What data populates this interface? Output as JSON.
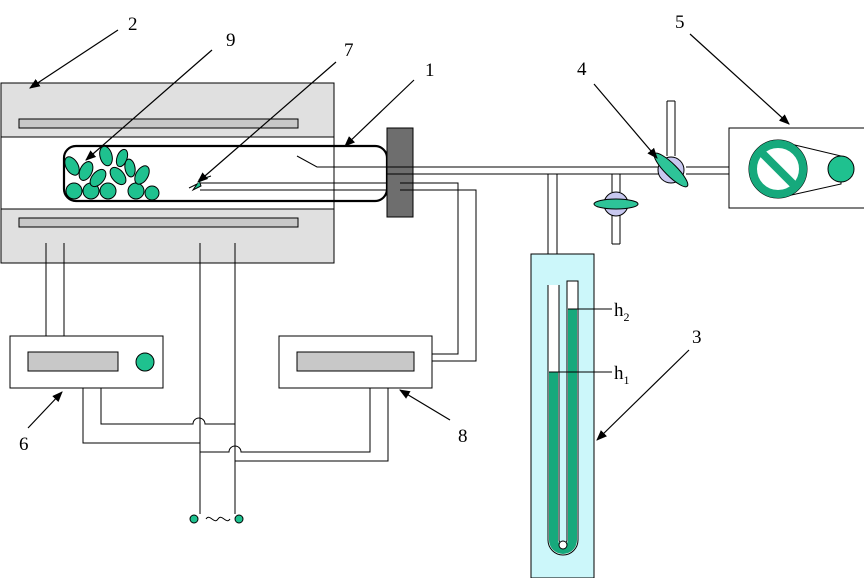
{
  "labels": {
    "n1": "1",
    "n2": "2",
    "n3": "3",
    "n4": "4",
    "n5": "5",
    "n6": "6",
    "n7": "7",
    "n8": "8",
    "n9": "9"
  },
  "levels": {
    "h1_base": "h",
    "h1_sub": "1",
    "h2_base": "h",
    "h2_sub": "2"
  },
  "colors": {
    "furnace_fill": "#e0e0e0",
    "heater_bar": "#c8c8c8",
    "flange": "#6e6e6e",
    "manometer_bath": "#ccf7fa",
    "fluid": "#16a97c",
    "sample": "#1fc18f",
    "valve_body": "#c8c8f0",
    "valve_handle": "#2ec498",
    "line": "#000000"
  },
  "icons": {
    "pump": "vacuum-pump-icon",
    "valve_4": "stopcock-valve-icon",
    "valve_lower": "stopcock-valve-icon",
    "thermocouple": "thermocouple-icon",
    "power_plug": "power-plug-icon"
  }
}
